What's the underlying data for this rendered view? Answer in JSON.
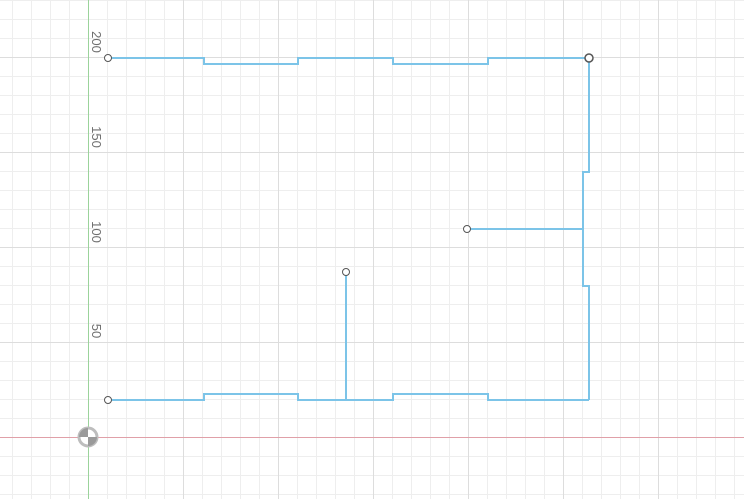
{
  "viewport": {
    "background": "#ffffff",
    "grid_minor_color": "#eeeeee",
    "grid_major_color": "#dddddd",
    "x_axis_color": "#e0a0a8",
    "y_axis_color": "#9bd39b",
    "sketch_color": "#7cc4e8",
    "point_color": "#555555"
  },
  "y_axis": {
    "tick_labels": [
      "200",
      "150",
      "100",
      "50"
    ]
  },
  "origin": {
    "icon": "origin-point-icon"
  }
}
